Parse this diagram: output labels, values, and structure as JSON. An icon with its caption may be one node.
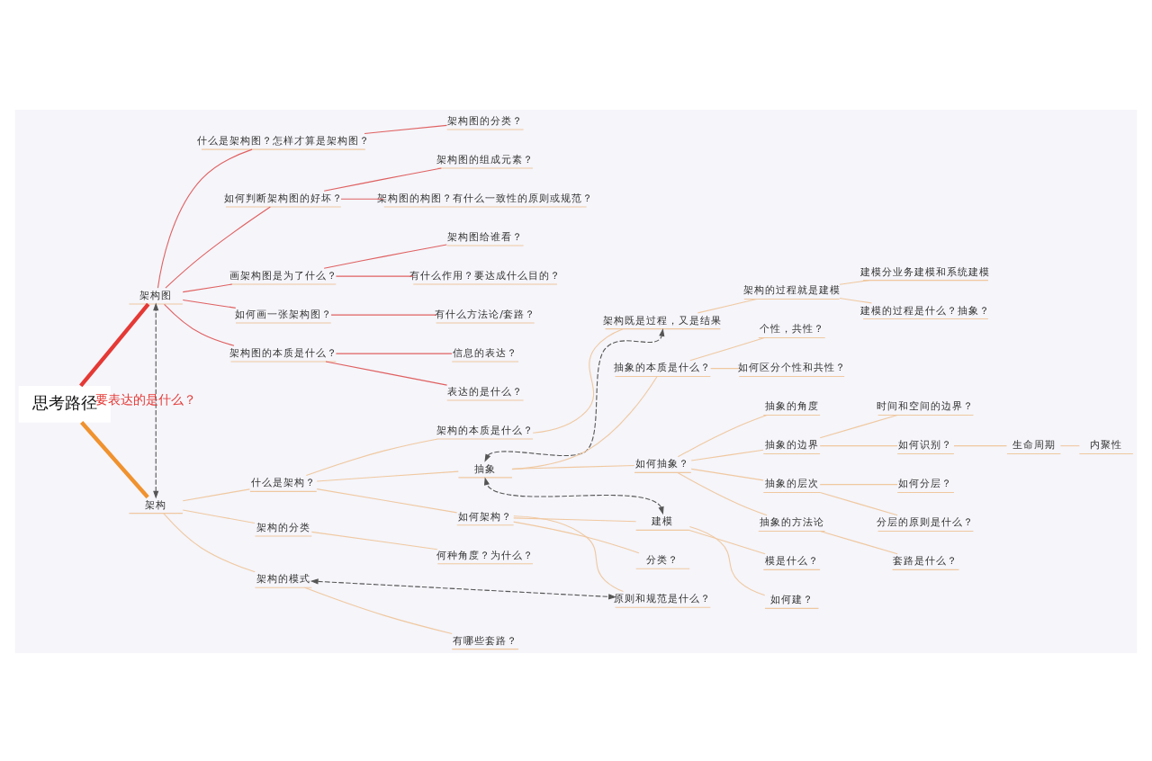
{
  "diagram": {
    "nodes": [
      {
        "text": [
          "思考路径"
        ]
      },
      {
        "text": [
          "架构图"
        ]
      },
      {
        "text": [
          "什么是架构图？怎样才算是架构图？"
        ]
      },
      {
        "text": [
          "架构图的分类？"
        ]
      },
      {
        "text": [
          "如何判断架构图的好坏？"
        ]
      },
      {
        "text": [
          "架构图的组成元素？"
        ]
      },
      {
        "text": [
          "架构图的构图？有什么一致性的原则或规范？"
        ]
      },
      {
        "text": [
          "画架构图是为了什么？"
        ]
      },
      {
        "text": [
          "架构图给谁看？"
        ]
      },
      {
        "text": [
          "有什么作用？要达成什么目的？"
        ]
      },
      {
        "text": [
          "如何画一张架构图？"
        ]
      },
      {
        "text": [
          "有什么方法论/套路？"
        ]
      },
      {
        "text": [
          "架构图的本质是什么？"
        ]
      },
      {
        "text": [
          "信息的表达？"
        ]
      },
      {
        "text": [
          "表达的是什么？"
        ]
      },
      {
        "text": [
          "架构"
        ]
      },
      {
        "text": [
          "什么是架构？"
        ]
      },
      {
        "text": [
          "架构的本质是什么？"
        ]
      },
      {
        "text": [
          "架构既是过程，又是结果"
        ]
      },
      {
        "text": [
          "架构的过程就是建模"
        ]
      },
      {
        "text": [
          "建模分业务建模和系统建模"
        ]
      },
      {
        "text": [
          "建模的过程是什么？抽象？"
        ]
      },
      {
        "text": [
          "抽象"
        ]
      },
      {
        "text": [
          "抽象的本质是什么？"
        ]
      },
      {
        "text": [
          "个性，共性？"
        ]
      },
      {
        "text": [
          "如何区分个性和共性？"
        ]
      },
      {
        "text": [
          "如何抽象？"
        ]
      },
      {
        "text": [
          "抽象的角度"
        ]
      },
      {
        "text": [
          "抽象的边界"
        ]
      },
      {
        "text": [
          "时间和空间的边界？"
        ]
      },
      {
        "text": [
          "如何识别？"
        ]
      },
      {
        "text": [
          "生命周期"
        ]
      },
      {
        "text": [
          "内聚性"
        ]
      },
      {
        "text": [
          "抽象的层次"
        ]
      },
      {
        "text": [
          "如何分层？"
        ]
      },
      {
        "text": [
          "分层的原则是什么？"
        ]
      },
      {
        "text": [
          "抽象的方法论"
        ]
      },
      {
        "text": [
          "套路是什么？"
        ]
      },
      {
        "text": [
          "如何架构？"
        ]
      },
      {
        "text": [
          "建模"
        ]
      },
      {
        "text": [
          "模是什么？"
        ]
      },
      {
        "text": [
          "如何建？"
        ]
      },
      {
        "text": [
          "分类？"
        ]
      },
      {
        "text": [
          "原则和规范是什么？"
        ]
      },
      {
        "text": [
          "架构的分类"
        ]
      },
      {
        "text": [
          "何种角度？为什么？"
        ]
      },
      {
        "text": [
          "架构的模式"
        ]
      },
      {
        "text": [
          "有哪些套路？"
        ]
      }
    ],
    "edges": [
      {
        "from": 0,
        "to": 1,
        "arrow": "none",
        "style": "thick",
        "color": "#e53935"
      },
      {
        "from": 1,
        "to": 2,
        "arrow": "none",
        "color": "#e06060"
      },
      {
        "from": 2,
        "to": 3,
        "arrow": "none",
        "color": "#e06060"
      },
      {
        "from": 1,
        "to": 4,
        "arrow": "none",
        "color": "#e06060"
      },
      {
        "from": 4,
        "to": 5,
        "arrow": "none",
        "color": "#e06060"
      },
      {
        "from": 4,
        "to": 6,
        "arrow": "none",
        "color": "#e06060"
      },
      {
        "from": 1,
        "to": 7,
        "arrow": "none",
        "color": "#e06060"
      },
      {
        "from": 7,
        "to": 8,
        "arrow": "none",
        "color": "#e06060"
      },
      {
        "from": 7,
        "to": 9,
        "arrow": "none",
        "color": "#e06060"
      },
      {
        "from": 1,
        "to": 10,
        "arrow": "none",
        "color": "#e06060"
      },
      {
        "from": 10,
        "to": 11,
        "arrow": "none",
        "color": "#e06060"
      },
      {
        "from": 1,
        "to": 12,
        "arrow": "none",
        "color": "#e06060"
      },
      {
        "from": 12,
        "to": 13,
        "arrow": "none",
        "color": "#e06060"
      },
      {
        "from": 12,
        "to": 14,
        "arrow": "none",
        "color": "#e06060"
      },
      {
        "from": 0,
        "to": 15,
        "arrow": "none",
        "style": "thick",
        "color": "#f0922e"
      },
      {
        "from": 15,
        "to": 16,
        "arrow": "none"
      },
      {
        "from": 16,
        "to": 17,
        "arrow": "none"
      },
      {
        "from": 17,
        "to": 18,
        "arrow": "none"
      },
      {
        "from": 18,
        "to": 19,
        "arrow": "none"
      },
      {
        "from": 19,
        "to": 20,
        "arrow": "none"
      },
      {
        "from": 19,
        "to": 21,
        "arrow": "none"
      },
      {
        "from": 16,
        "to": 22,
        "arrow": "none"
      },
      {
        "from": 22,
        "to": 23,
        "arrow": "none"
      },
      {
        "from": 23,
        "to": 24,
        "arrow": "none"
      },
      {
        "from": 23,
        "to": 25,
        "arrow": "none"
      },
      {
        "from": 22,
        "to": 26,
        "arrow": "none"
      },
      {
        "from": 26,
        "to": 27,
        "arrow": "none"
      },
      {
        "from": 26,
        "to": 28,
        "arrow": "none"
      },
      {
        "from": 28,
        "to": 29,
        "arrow": "none"
      },
      {
        "from": 28,
        "to": 30,
        "arrow": "none"
      },
      {
        "from": 30,
        "to": 31,
        "arrow": "none"
      },
      {
        "from": 31,
        "to": 32,
        "arrow": "none"
      },
      {
        "from": 26,
        "to": 33,
        "arrow": "none"
      },
      {
        "from": 33,
        "to": 34,
        "arrow": "none"
      },
      {
        "from": 33,
        "to": 35,
        "arrow": "none"
      },
      {
        "from": 26,
        "to": 36,
        "arrow": "none"
      },
      {
        "from": 36,
        "to": 37,
        "arrow": "none"
      },
      {
        "from": 16,
        "to": 38,
        "arrow": "none"
      },
      {
        "from": 38,
        "to": 39,
        "arrow": "none"
      },
      {
        "from": 39,
        "to": 40,
        "arrow": "none"
      },
      {
        "from": 39,
        "to": 41,
        "arrow": "none"
      },
      {
        "from": 38,
        "to": 42,
        "arrow": "none"
      },
      {
        "from": 38,
        "to": 43,
        "arrow": "none"
      },
      {
        "from": 15,
        "to": 44,
        "arrow": "none"
      },
      {
        "from": 44,
        "to": 45,
        "arrow": "none"
      },
      {
        "from": 15,
        "to": 46,
        "arrow": "none"
      },
      {
        "from": 46,
        "to": 47,
        "arrow": "none"
      },
      {
        "from": 15,
        "to": 1,
        "arrow": "both",
        "style": "dashed",
        "color": "#555555",
        "label": "要表达的是什么？"
      },
      {
        "from": 22,
        "to": 18,
        "arrow": "both",
        "style": "dashed",
        "color": "#555555"
      },
      {
        "from": 39,
        "to": 22,
        "arrow": "both",
        "style": "dashed",
        "color": "#555555"
      },
      {
        "from": 46,
        "to": 43,
        "arrow": "both",
        "style": "dashed",
        "color": "#555555"
      }
    ]
  }
}
